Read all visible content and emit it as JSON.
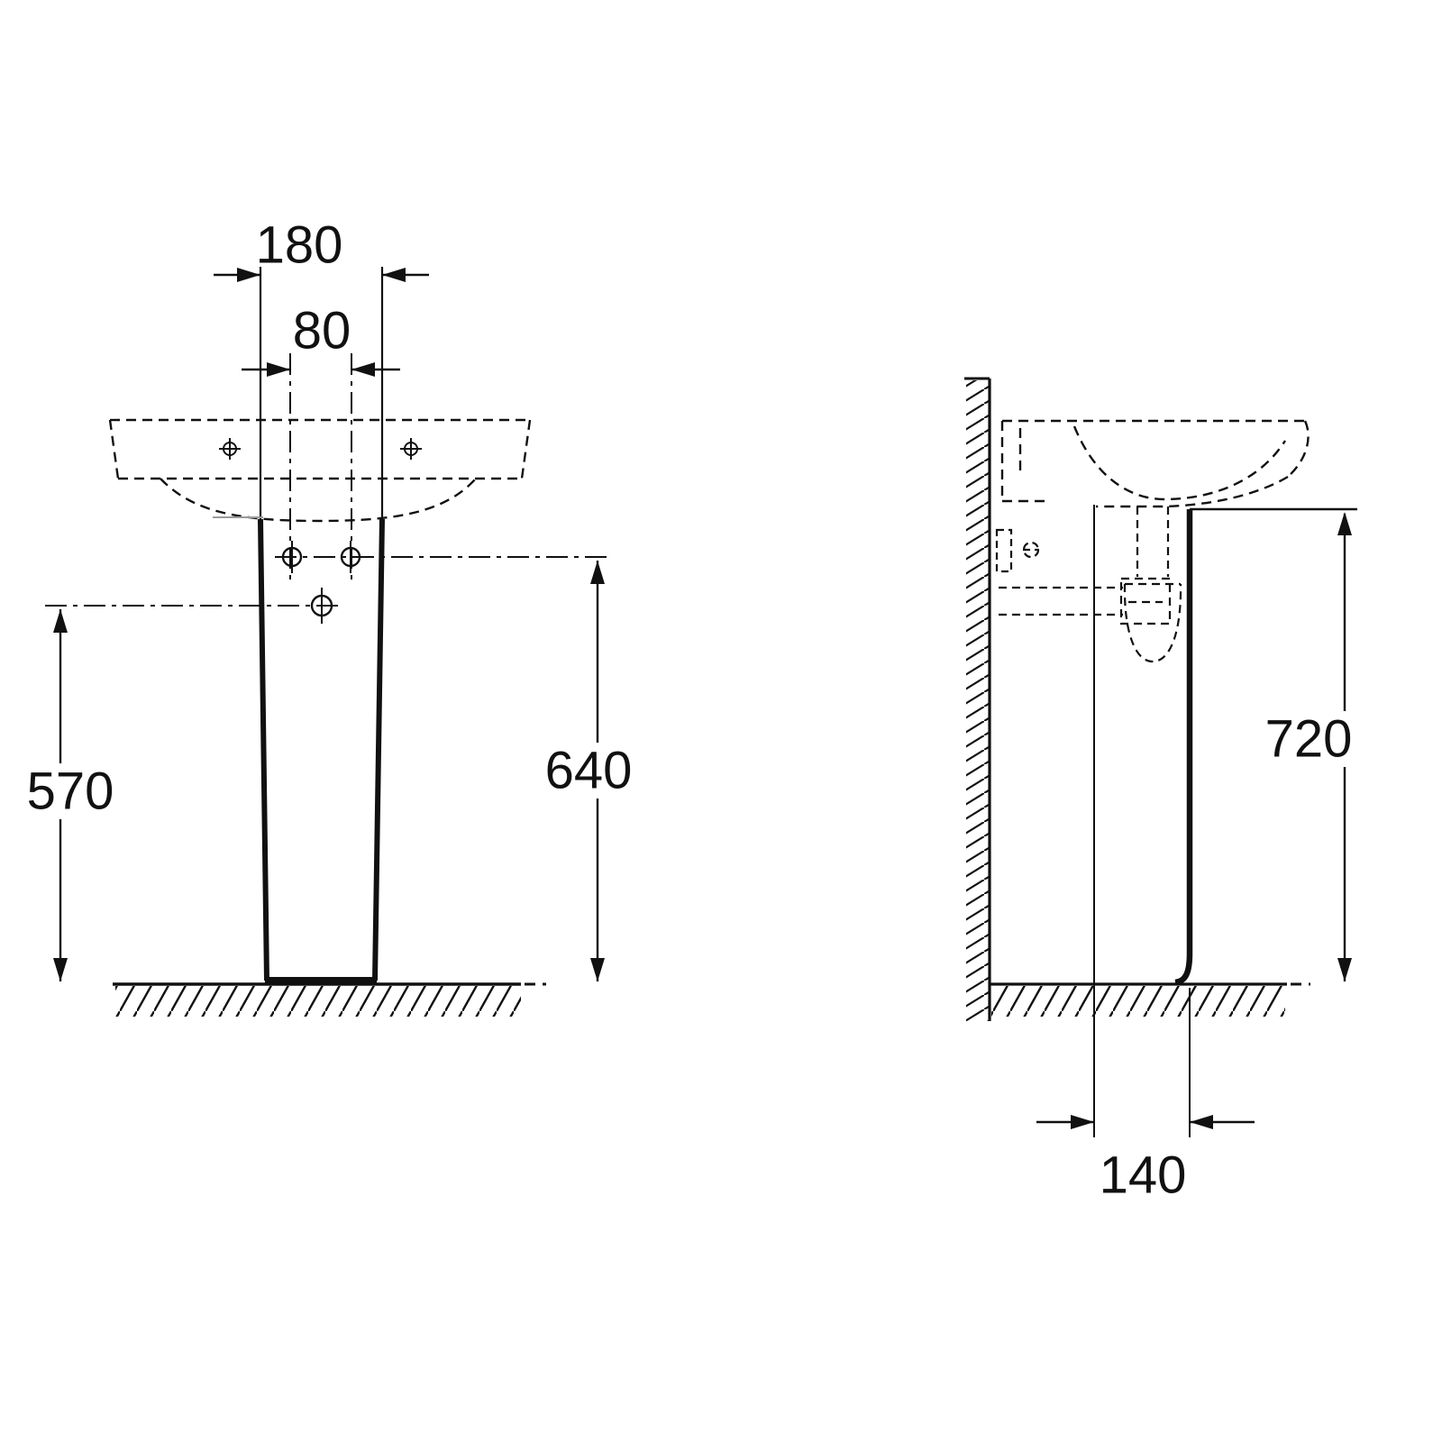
{
  "drawing": {
    "type": "technical-dimension-diagram",
    "subject": "pedestal washbasin installation drawing",
    "front_view": {
      "dim_pedestal_top_width": "180",
      "dim_fixing_hole_spacing": "80",
      "dim_center_hole_height": "570",
      "dim_fixing_hole_height": "640"
    },
    "side_view": {
      "dim_pedestal_height": "720",
      "dim_pedestal_depth_offset": "140"
    }
  },
  "colors": {
    "line": "#111111",
    "background": "#ffffff",
    "junction_gray": "#9a9a9a"
  }
}
